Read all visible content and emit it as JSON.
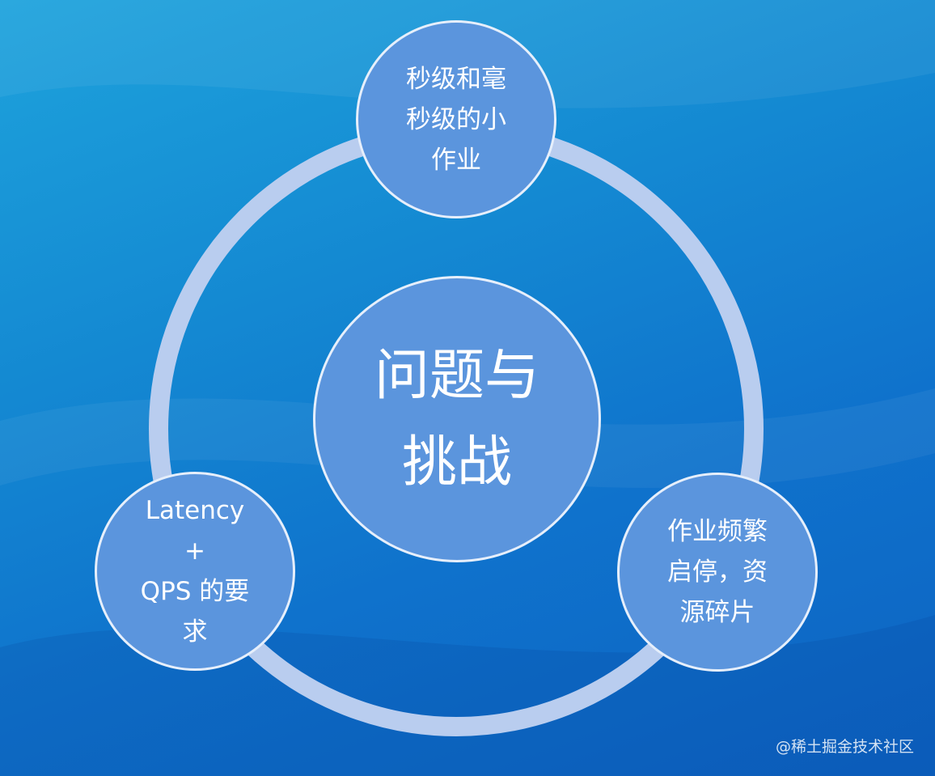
{
  "diagram": {
    "center": {
      "text": "问题与\n挑战"
    },
    "nodes": {
      "top": {
        "text": "秒级和毫\n秒级的小\n作业"
      },
      "left": {
        "text": "Latency +\nQPS 的要\n求"
      },
      "right": {
        "text": "作业频繁\n启停，资\n源碎片"
      }
    }
  },
  "watermark": {
    "text": "@稀土掘金技术社区"
  },
  "colors": {
    "background": "#1489d2",
    "ring": "#b9cdef",
    "node_fill": "#5b95dd",
    "node_border": "#e6effb",
    "text": "#ffffff"
  }
}
